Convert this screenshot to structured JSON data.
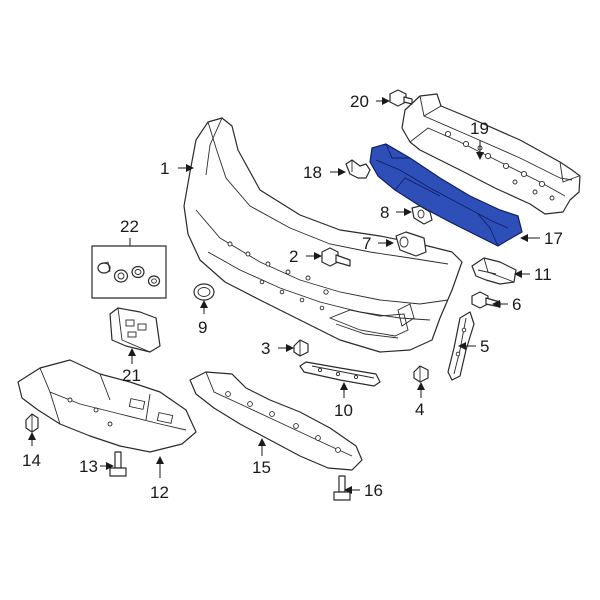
{
  "diagram": {
    "highlight_color": "#2e4fb8",
    "line_color": "#2a2a2a",
    "callouts": {
      "c1": "1",
      "c2": "2",
      "c3": "3",
      "c4": "4",
      "c5": "5",
      "c6": "6",
      "c7": "7",
      "c8": "8",
      "c9": "9",
      "c10": "10",
      "c11": "11",
      "c12": "12",
      "c13": "13",
      "c14": "14",
      "c15": "15",
      "c16": "16",
      "c17": "17",
      "c18": "18",
      "c19": "19",
      "c20": "20",
      "c21": "21",
      "c22": "22"
    }
  }
}
